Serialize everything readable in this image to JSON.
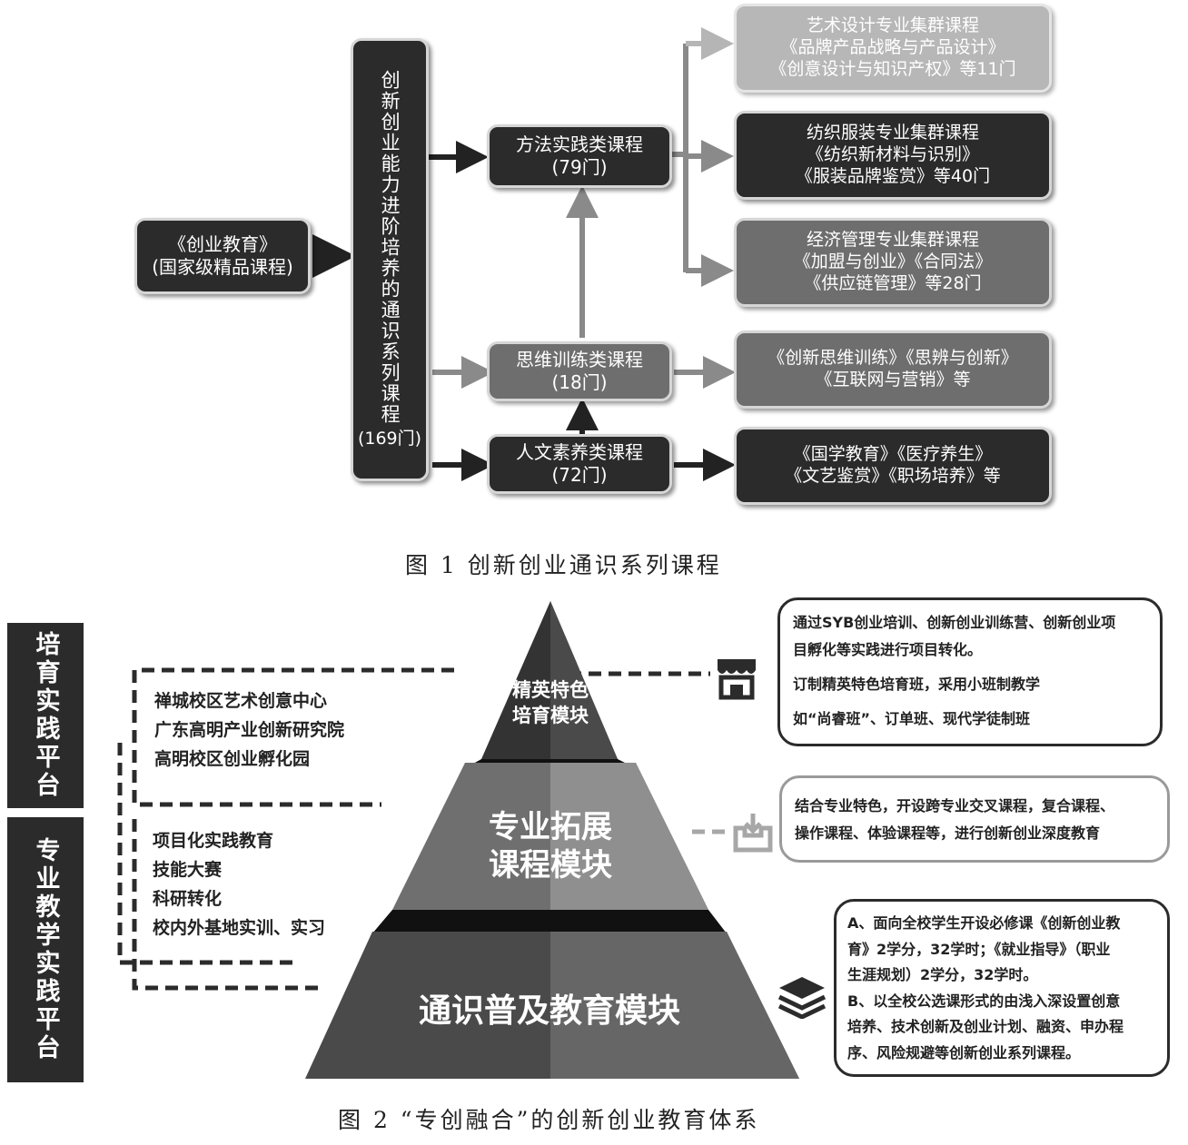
{
  "fig1": {
    "caption": "图 1    创新创业通识系列课程",
    "source": {
      "line1": "《创业教育》",
      "line2": "(国家级精品课程)"
    },
    "central": {
      "text": "创新创业能力进阶培养的通识系列课程",
      "count": "(169门)"
    },
    "method": {
      "line1": "方法实践类课程",
      "line2": "(79门)"
    },
    "thinking": {
      "line1": "思维训练类课程",
      "line2": "(18门)"
    },
    "humanities": {
      "line1": "人文素养类课程",
      "line2": "(72门)"
    },
    "art": {
      "line1": "艺术设计专业集群课程",
      "line2": "《品牌产品战略与产品设计》",
      "line3": "《创意设计与知识产权》等11门"
    },
    "textile": {
      "line1": "纺织服装专业集群课程",
      "line2": "《纺织新材料与识别》",
      "line3": "《服装品牌鉴赏》等40门"
    },
    "econ": {
      "line1": "经济管理专业集群课程",
      "line2": "《加盟与创业》《合同法》",
      "line3": "《供应链管理》等28门"
    },
    "thinking_examples": {
      "line1": "《创新思维训练》《思辨与创新》",
      "line2": "《互联网与营销》等"
    },
    "humanities_examples": {
      "line1": "《国学教育》《医疗养生》",
      "line2": "《文艺鉴赏》《职场培养》等"
    }
  },
  "fig2": {
    "caption": "图 2    “专创融合”的创新创业教育体系",
    "platform_top": "培育实践平台",
    "platform_bottom": "专业教学实践平台",
    "list_top": [
      "禅城校区艺术创意中心",
      "广东高明产业创新研究院",
      "高明校区创业孵化园"
    ],
    "list_bottom": [
      "项目化实践教育",
      "技能大赛",
      "科研转化",
      "校内外基地实训、实习"
    ],
    "pyramid": {
      "top": {
        "line1": "精英特色",
        "line2": "培育模块"
      },
      "mid": {
        "line1": "专业拓展",
        "line2": "课程模块"
      },
      "bottom": "通识普及教育模块"
    },
    "icons": [
      "shop-icon",
      "inbox-download-icon",
      "layers-icon"
    ],
    "note1": [
      "通过SYB创业培训、创新创业训练营、创新创业项",
      "目孵化等实践进行项目转化。",
      "订制精英特色培育班，采用小班制教学",
      "如“尚睿班”、订单班、现代学徒制班"
    ],
    "note2": [
      "结合专业特色，开设跨专业交叉课程，复合课程、",
      "操作课程、体验课程等，进行创新创业深度教育"
    ],
    "note3": [
      "A、面向全校学生开设必修课《创新创业教",
      "育》2学分，32学时；《就业指导》（职业",
      "生涯规划）2学分，32学时。",
      "B、以全校公选课形式的由浅入深设置创意",
      "培养、技术创新及创业计划、融资、申办程",
      "序、风险规避等创新创业系列课程。"
    ]
  },
  "colors": {
    "dark": "#2b2b2b",
    "mid": "#6e6e6e",
    "light": "#b7b7b7"
  }
}
